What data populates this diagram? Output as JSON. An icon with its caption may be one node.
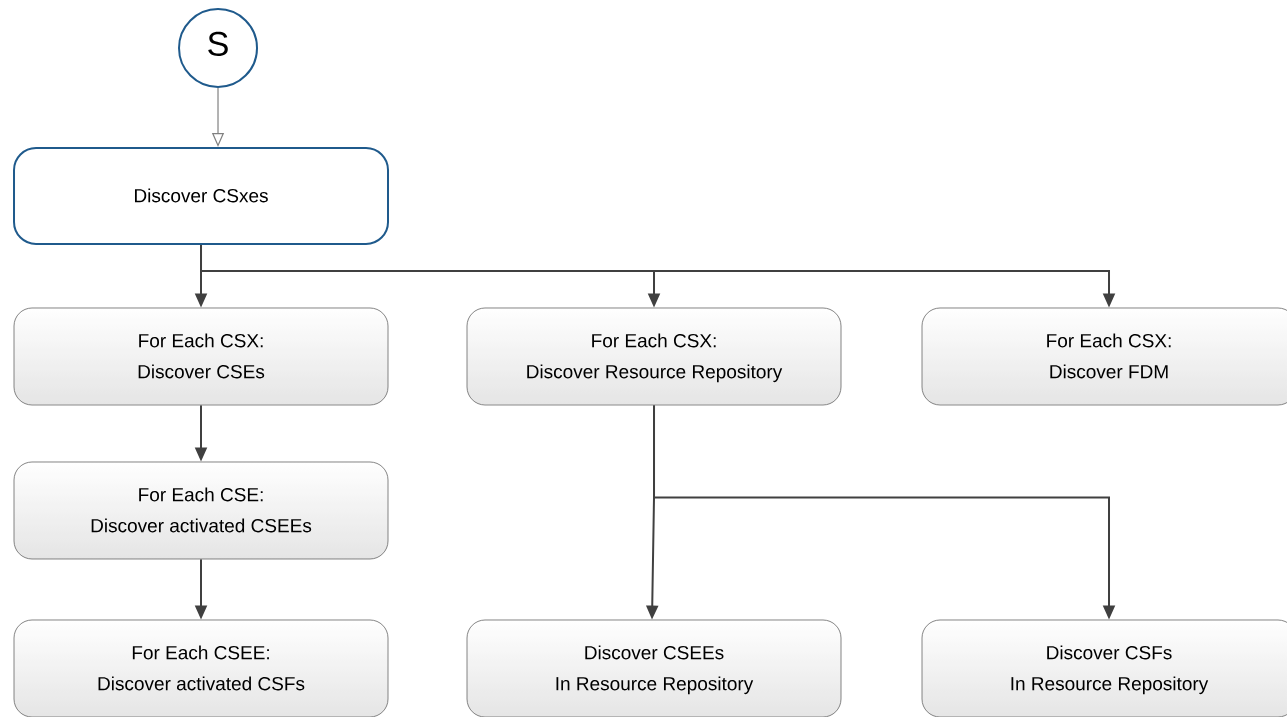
{
  "diagram": {
    "nodes": [
      {
        "text": [
          "S"
        ]
      },
      {
        "text": [
          "Discover CSxes"
        ]
      },
      {
        "text": [
          "For Each CSX:",
          "Discover CSEs"
        ]
      },
      {
        "text": [
          "For Each CSX:",
          "Discover Resource Repository"
        ]
      },
      {
        "text": [
          "For Each CSX:",
          "Discover FDM"
        ]
      },
      {
        "text": [
          "For Each CSE:",
          "Discover activated CSEEs"
        ]
      },
      {
        "text": [
          "For Each CSEE:",
          "Discover activated CSFs"
        ]
      },
      {
        "text": [
          "Discover CSEEs",
          "In Resource Repository"
        ]
      },
      {
        "text": [
          "Discover CSFs",
          "In Resource Repository"
        ]
      }
    ],
    "edges": [
      {
        "from": 0,
        "to": 1,
        "arrow": "to",
        "color": "#808080"
      },
      {
        "from": 1,
        "to": 2,
        "arrow": "to"
      },
      {
        "from": 1,
        "to": 3,
        "arrow": "to"
      },
      {
        "from": 1,
        "to": 4,
        "arrow": "to"
      },
      {
        "from": 2,
        "to": 5,
        "arrow": "to"
      },
      {
        "from": 5,
        "to": 6,
        "arrow": "to"
      },
      {
        "from": 3,
        "to": 7,
        "arrow": "to"
      },
      {
        "from": 3,
        "to": 8,
        "arrow": "to"
      }
    ]
  }
}
